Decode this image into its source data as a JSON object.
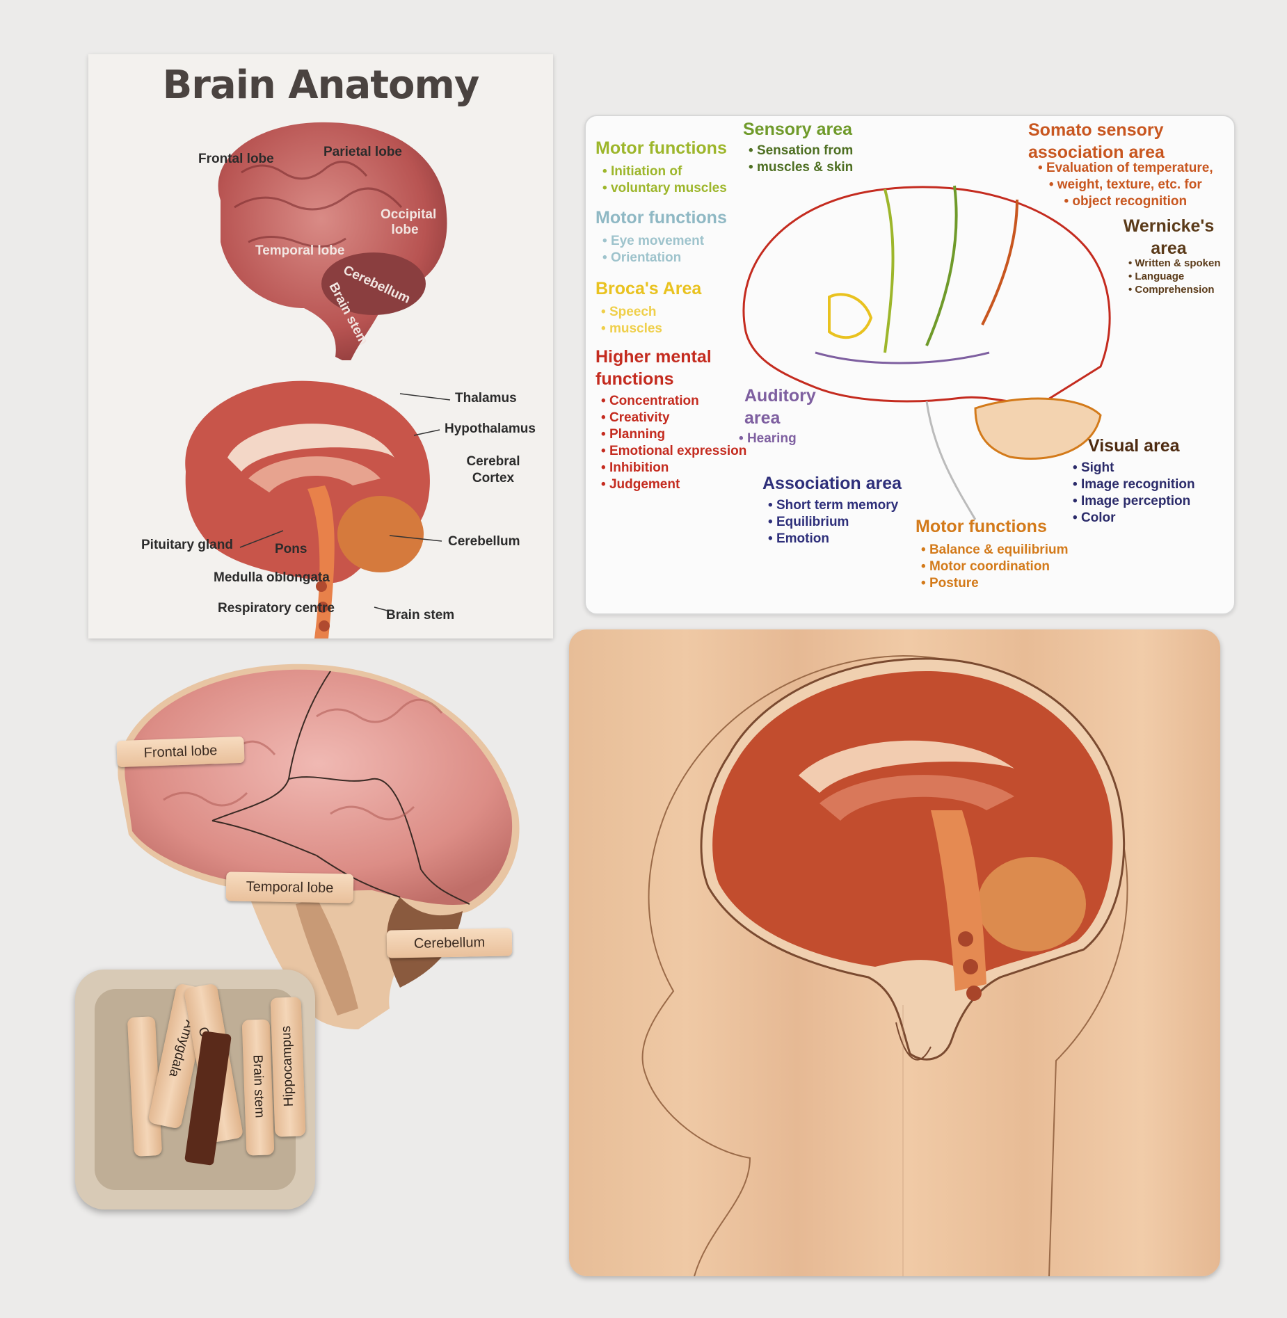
{
  "poster": {
    "title": "Brain Anatomy",
    "lobe_labels": [
      "Frontal lobe",
      "Parietal lobe",
      "Occipital lobe",
      "Temporal lobe",
      "Cerebellum",
      "Brain stem"
    ],
    "section_labels": {
      "thalamus": "Thalamus",
      "hypothalamus": "Hypothalamus",
      "cerebral_cortex": "Cerebral Cortex",
      "cerebellum": "Cerebellum",
      "pituitary": "Pituitary gland",
      "pons": "Pons",
      "medulla": "Medulla oblongata",
      "respiratory": "Respiratory centre",
      "brain_stem": "Brain stem"
    }
  },
  "card": {
    "motor1": {
      "title": "Motor functions",
      "items": [
        "Initiation of",
        "voluntary muscles"
      ],
      "color": "#9db62b"
    },
    "sensory": {
      "title": "Sensory area",
      "items": [
        "Sensation from",
        "muscles & skin"
      ],
      "color": "#6f9a2a"
    },
    "somato": {
      "title": "Somato sensory association area",
      "items": [
        "Evaluation of temperature,",
        "weight, texture, etc. for",
        "object recognition"
      ],
      "color": "#c8561f"
    },
    "motor2": {
      "title": "Motor functions",
      "items": [
        "Eye movement",
        "Orientation"
      ],
      "color": "#8fb8c4"
    },
    "wernicke": {
      "title": "Wernicke's area",
      "items": [
        "Written & spoken",
        "Language",
        "Comprehension"
      ],
      "color": "#5b3b1a"
    },
    "broca": {
      "title": "Broca's Area",
      "items": [
        "Speech",
        "muscles"
      ],
      "color": "#e9c21f"
    },
    "higher": {
      "title": "Higher mental functions",
      "items": [
        "Concentration",
        "Creativity",
        "Planning",
        "Emotional expression",
        "Inhibition",
        "Judgement"
      ],
      "color": "#c42b1f"
    },
    "auditory": {
      "title": "Auditory area",
      "items": [
        "Hearing"
      ],
      "color": "#7e5fa0"
    },
    "visual": {
      "title": "Visual area",
      "items": [
        "Sight",
        "Image recognition",
        "Image perception",
        "Color"
      ],
      "color": "#4d2a10"
    },
    "association": {
      "title": "Association area",
      "items": [
        "Short term memory",
        "Equilibrium",
        "Emotion"
      ],
      "color": "#2e2f7a"
    },
    "motor3": {
      "title": "Motor functions",
      "items": [
        "Balance & equilibrium",
        "Motor coordination",
        "Posture"
      ],
      "color": "#d37a1a"
    }
  },
  "puzzle_tags": {
    "frontal": "Frontal lobe",
    "temporal": "Temporal lobe",
    "cerebellum": "Cerebellum"
  },
  "bowl_tags": [
    "Amygdala",
    "Cerebrum",
    "Brain stem",
    "Hippocampus"
  ]
}
